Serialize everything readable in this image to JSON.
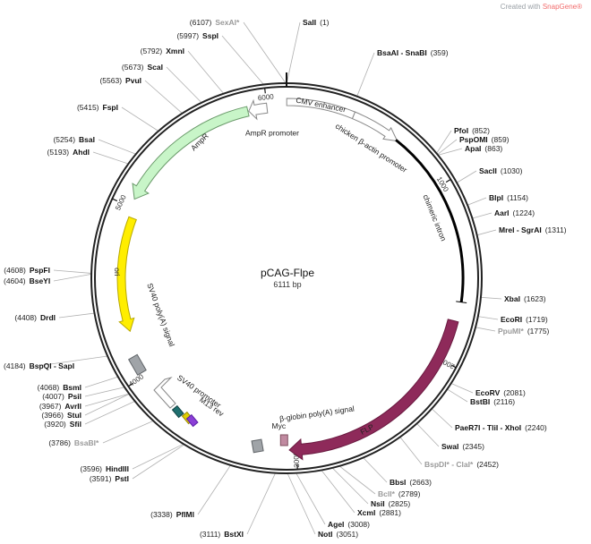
{
  "plasmid": {
    "name": "pCAG-Flpe",
    "size_label": "6111 bp",
    "total_bp": 6111
  },
  "branding": {
    "prefix": "Created with ",
    "product": "SnapGene®"
  },
  "ticks": [
    {
      "bp": 1000,
      "label": "1000"
    },
    {
      "bp": 2000,
      "label": "2000"
    },
    {
      "bp": 3000,
      "label": "3000"
    },
    {
      "bp": 4000,
      "label": "4000"
    },
    {
      "bp": 5000,
      "label": "5000"
    },
    {
      "bp": 6000,
      "label": "6000"
    }
  ],
  "features": [
    {
      "id": "cmv",
      "label": "CMV enhancer",
      "start": 1,
      "end": 380,
      "track": "outer-box",
      "color": "#ffffff",
      "stroke": "#888888"
    },
    {
      "id": "cba",
      "label": "chicken β-actin promoter",
      "start": 380,
      "end": 660,
      "track": "outer-arrow",
      "color": "#ffffff",
      "stroke": "#888888"
    },
    {
      "id": "intron",
      "label": "chimeric intron",
      "start": 650,
      "end": 1660,
      "track": "line",
      "color": "#000000",
      "stroke": "#000000"
    },
    {
      "id": "flp",
      "label": "FLP",
      "start": 1770,
      "end": 3040,
      "track": "arrow",
      "color": "#8e2a5a",
      "stroke": "#6a1a40"
    },
    {
      "id": "myc",
      "label": "Myc",
      "start": 3050,
      "end": 3090,
      "track": "small",
      "color": "#c08aa0",
      "stroke": "#805060"
    },
    {
      "id": "bglob",
      "label": "β-globin poly(A) signal",
      "start": 3250,
      "end": 3310,
      "track": "small",
      "color": "#a0a4a8",
      "stroke": "#606468"
    },
    {
      "id": "m13",
      "label": "M13 rev",
      "start": 3720,
      "end": 3745,
      "track": "small",
      "color": "#8b3fd6",
      "stroke": "#5b1fa6"
    },
    {
      "id": "lac",
      "label": "",
      "start": 3750,
      "end": 3775,
      "track": "small",
      "color": "#1f6f6f",
      "stroke": "#124444"
    },
    {
      "id": "sv40p",
      "label": "SV40 promoter",
      "start": 3815,
      "end": 4010,
      "track": "arrow-white",
      "color": "#ffffff",
      "stroke": "#888888"
    },
    {
      "id": "sv40pa",
      "label": "SV40 poly(A) signal",
      "start": 4055,
      "end": 4185,
      "track": "box",
      "color": "#a0a4a8",
      "stroke": "#606468"
    },
    {
      "id": "ori",
      "label": "ori",
      "start": 4265,
      "end": 4945,
      "track": "arrow",
      "color": "#ffee00",
      "stroke": "#b8a800"
    },
    {
      "id": "ampr",
      "label": "AmpR",
      "start": 5050,
      "end": 5890,
      "track": "arrow",
      "color": "#c8f5c8",
      "stroke": "#6a9a6a"
    },
    {
      "id": "amprp",
      "label": "AmpR promoter",
      "start": 5895,
      "end": 6000,
      "track": "arrow-small",
      "color": "#ffffff",
      "stroke": "#888888"
    }
  ],
  "sites": [
    {
      "name": "SalI",
      "pos": "(1)",
      "dim": false
    },
    {
      "name": "SexAI*",
      "pos": "(6107)",
      "dim": true
    },
    {
      "name": "SspI",
      "pos": "(5997)",
      "dim": false
    },
    {
      "name": "XmnI",
      "pos": "(5792)",
      "dim": false
    },
    {
      "name": "ScaI",
      "pos": "(5673)",
      "dim": false
    },
    {
      "name": "PvuI",
      "pos": "(5563)",
      "dim": false
    },
    {
      "name": "FspI",
      "pos": "(5415)",
      "dim": false
    },
    {
      "name": "BsaI",
      "pos": "(5254)",
      "dim": false
    },
    {
      "name": "AhdI",
      "pos": "(5193)",
      "dim": false
    },
    {
      "name": "PspFI",
      "pos": "(4608)",
      "dim": false
    },
    {
      "name": "BseYI",
      "pos": "(4604)",
      "dim": false
    },
    {
      "name": "DrdI",
      "pos": "(4408)",
      "dim": false
    },
    {
      "name": "BspQI - SapI",
      "pos": "(4184)",
      "dim": false
    },
    {
      "name": "BsmI",
      "pos": "(4068)",
      "dim": false
    },
    {
      "name": "PsiI",
      "pos": "(4007)",
      "dim": false
    },
    {
      "name": "AvrII",
      "pos": "(3967)",
      "dim": false
    },
    {
      "name": "StuI",
      "pos": "(3966)",
      "dim": false
    },
    {
      "name": "SfiI",
      "pos": "(3920)",
      "dim": false
    },
    {
      "name": "BsaBI*",
      "pos": "(3786)",
      "dim": true
    },
    {
      "name": "HindIII",
      "pos": "(3596)",
      "dim": false
    },
    {
      "name": "PstI",
      "pos": "(3591)",
      "dim": false
    },
    {
      "name": "PflMI",
      "pos": "(3338)",
      "dim": false
    },
    {
      "name": "BstXI",
      "pos": "(3111)",
      "dim": false
    },
    {
      "name": "NotI",
      "pos": "(3051)",
      "dim": false
    },
    {
      "name": "AgeI",
      "pos": "(3008)",
      "dim": false
    },
    {
      "name": "XcmI",
      "pos": "(2881)",
      "dim": false
    },
    {
      "name": "NsiI",
      "pos": "(2825)",
      "dim": false
    },
    {
      "name": "BclI*",
      "pos": "(2789)",
      "dim": true
    },
    {
      "name": "BbsI",
      "pos": "(2663)",
      "dim": false
    },
    {
      "name": "BspDI* - ClaI*",
      "pos": "(2452)",
      "dim": true
    },
    {
      "name": "SwaI",
      "pos": "(2345)",
      "dim": false
    },
    {
      "name": "PaeR7I - TliI - XhoI",
      "pos": "(2240)",
      "dim": false
    },
    {
      "name": "BstBI",
      "pos": "(2116)",
      "dim": false
    },
    {
      "name": "EcoRV",
      "pos": "(2081)",
      "dim": false
    },
    {
      "name": "PpuMI*",
      "pos": "(1775)",
      "dim": true
    },
    {
      "name": "EcoRI",
      "pos": "(1719)",
      "dim": false
    },
    {
      "name": "XbaI",
      "pos": "(1623)",
      "dim": false
    },
    {
      "name": "MreI - SgrAI",
      "pos": "(1311)",
      "dim": false
    },
    {
      "name": "AarI",
      "pos": "(1224)",
      "dim": false
    },
    {
      "name": "BlpI",
      "pos": "(1154)",
      "dim": false
    },
    {
      "name": "SacII",
      "pos": "(1030)",
      "dim": false
    },
    {
      "name": "ApaI",
      "pos": "(863)",
      "dim": false
    },
    {
      "name": "PspOMI",
      "pos": "(859)",
      "dim": false
    },
    {
      "name": "PfoI",
      "pos": "(852)",
      "dim": false
    },
    {
      "name": "BsaAI - SnaBI",
      "pos": "(359)",
      "dim": false
    }
  ]
}
